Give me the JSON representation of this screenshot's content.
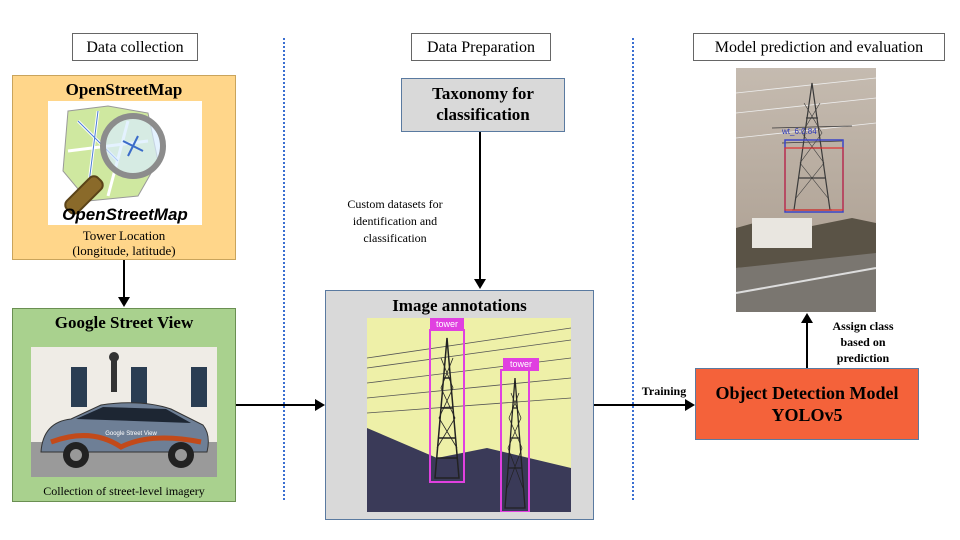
{
  "sections": {
    "collection": "Data collection",
    "preparation": "Data Preparation",
    "prediction": "Model prediction and evaluation"
  },
  "osm": {
    "title": "OpenStreetMap",
    "logo_text": "OpenStreetMap",
    "caption_line1": "Tower Location",
    "caption_line2": "(longitude, latitude)"
  },
  "gsv": {
    "title": "Google Street View",
    "car_text": "Google Street View",
    "caption": "Collection of street-level imagery"
  },
  "taxonomy": {
    "line1": "Taxonomy for",
    "line2": "classification"
  },
  "custom_datasets": {
    "line1": "Custom datasets for",
    "line2": "identification and",
    "line3": "classification"
  },
  "annotations": {
    "title": "Image annotations",
    "label1": "tower",
    "label2": "tower"
  },
  "training_label": "Training",
  "model": {
    "line1": "Object Detection Model",
    "line2": "YOLOv5"
  },
  "assign": {
    "line1": "Assign class",
    "line2": "based on",
    "line3": "prediction"
  },
  "prediction_label": "wt_6:0.84",
  "colors": {
    "osm_bg": "#ffd68a",
    "gsv_bg": "#a9d18e",
    "gray_box": "#d9d9d9",
    "model_bg": "#f4623a",
    "divider": "#3b6fd1",
    "annotation_box": "#e040e0"
  }
}
